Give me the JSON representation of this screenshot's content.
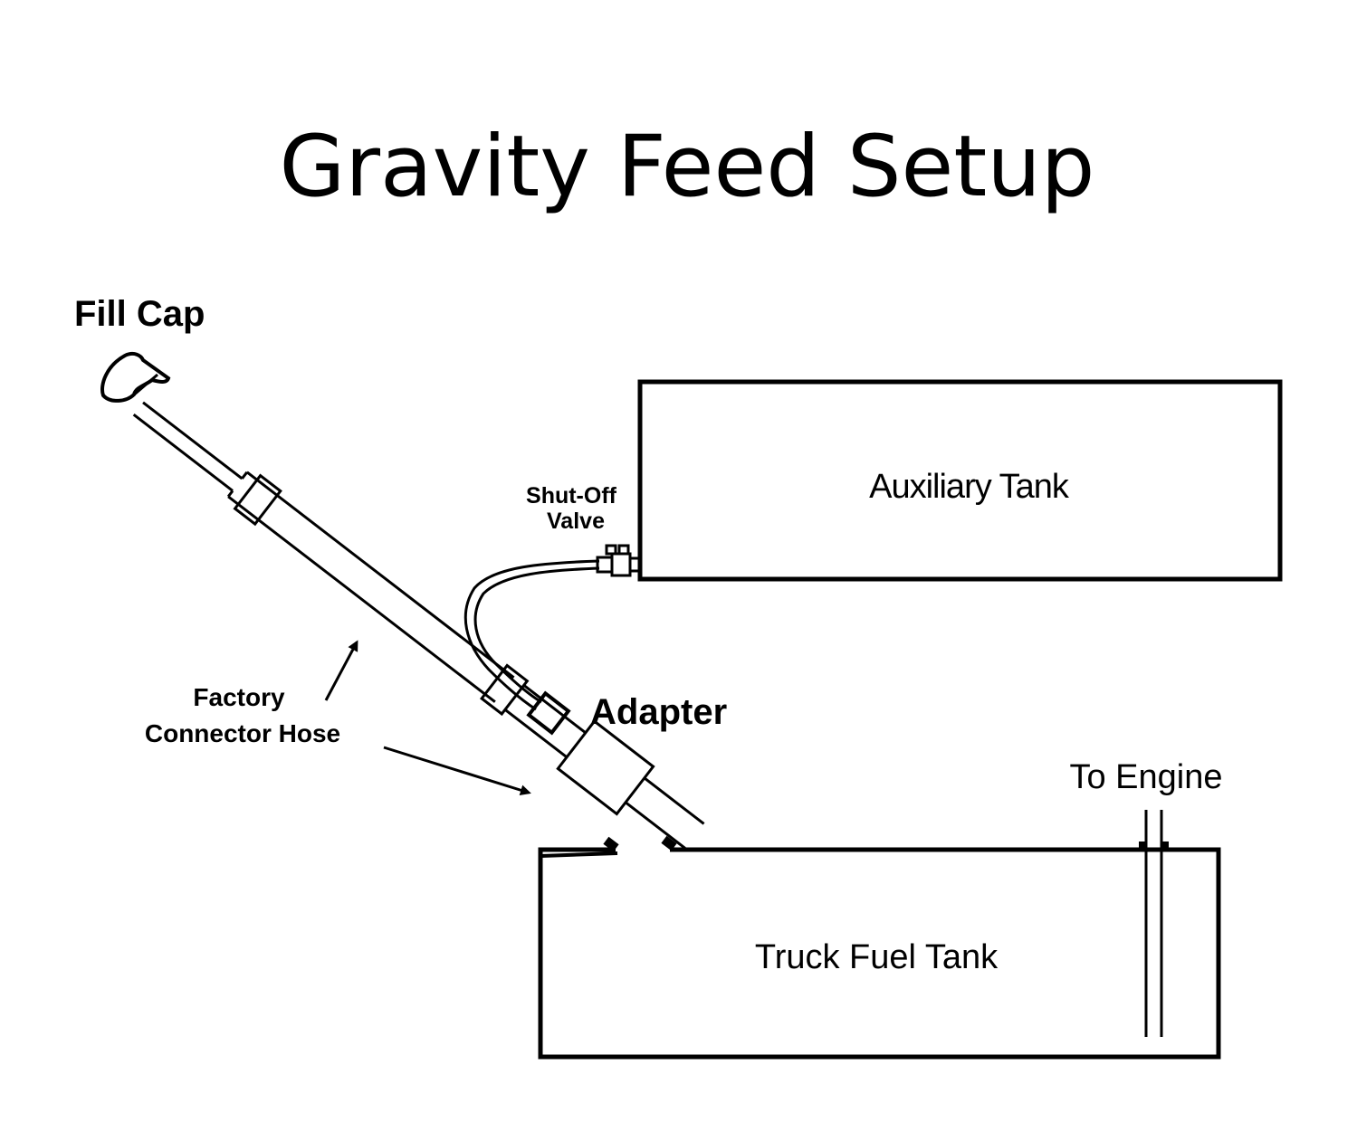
{
  "title": "Gravity Feed Setup",
  "labels": {
    "fill_cap": "Fill Cap",
    "auxiliary_tank": "Auxiliary Tank",
    "shut_off_line1": "Shut-Off",
    "shut_off_line2": "Valve",
    "adapter": "Adapter",
    "factory": "Factory",
    "connector_hose": "Connector Hose",
    "to_engine": "To Engine",
    "truck_fuel_tank": "Truck Fuel Tank"
  },
  "colors": {
    "line": "#000000",
    "background": "#ffffff"
  }
}
